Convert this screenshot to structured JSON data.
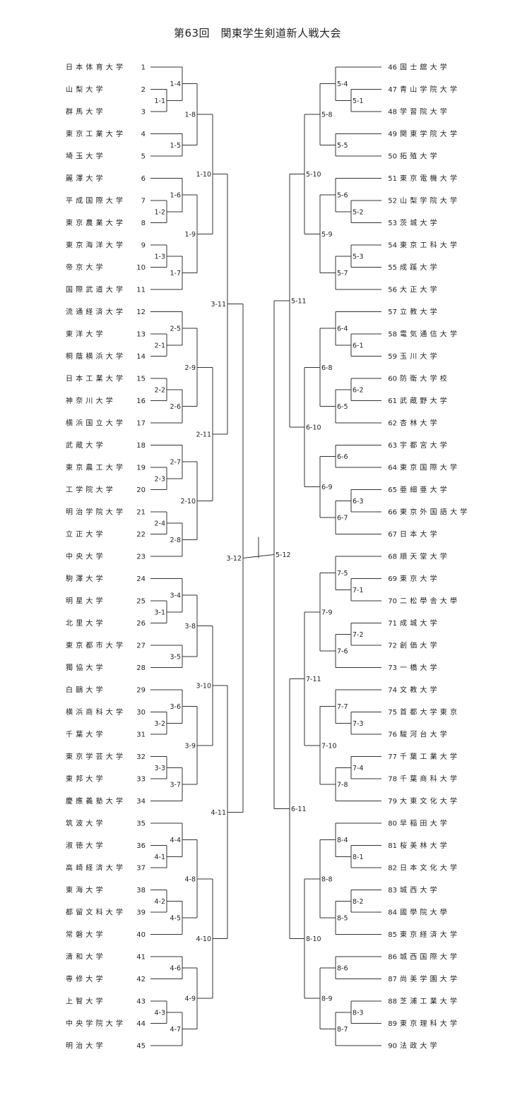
{
  "title": "第63回　関東学生剣道新人戦大会",
  "teams_left": [
    {
      "num": "1",
      "name": "日本体育大学"
    },
    {
      "num": "2",
      "name": "山梨大学"
    },
    {
      "num": "3",
      "name": "群馬大学"
    },
    {
      "num": "4",
      "name": "東京工業大学"
    },
    {
      "num": "5",
      "name": "埼玉大学"
    },
    {
      "num": "6",
      "name": "麗澤大学"
    },
    {
      "num": "7",
      "name": "平成国際大学"
    },
    {
      "num": "8",
      "name": "東京農業大学"
    },
    {
      "num": "9",
      "name": "東京海洋大学"
    },
    {
      "num": "10",
      "name": "帝京大学"
    },
    {
      "num": "11",
      "name": "国際武道大学"
    },
    {
      "num": "12",
      "name": "流通経済大学"
    },
    {
      "num": "13",
      "name": "東洋大学"
    },
    {
      "num": "14",
      "name": "桐蔭横浜大学"
    },
    {
      "num": "15",
      "name": "日本工業大学"
    },
    {
      "num": "16",
      "name": "神奈川大学"
    },
    {
      "num": "17",
      "name": "横浜国立大学"
    },
    {
      "num": "18",
      "name": "武蔵大学"
    },
    {
      "num": "19",
      "name": "東京農工大学"
    },
    {
      "num": "20",
      "name": "工学院大学"
    },
    {
      "num": "21",
      "name": "明治学院大学"
    },
    {
      "num": "22",
      "name": "立正大学"
    },
    {
      "num": "23",
      "name": "中央大学"
    },
    {
      "num": "24",
      "name": "駒澤大学"
    },
    {
      "num": "25",
      "name": "明星大学"
    },
    {
      "num": "26",
      "name": "北里大学"
    },
    {
      "num": "27",
      "name": "東京都市大学"
    },
    {
      "num": "28",
      "name": "獨協大学"
    },
    {
      "num": "29",
      "name": "白鷗大学"
    },
    {
      "num": "30",
      "name": "横浜商科大学"
    },
    {
      "num": "31",
      "name": "千葉大学"
    },
    {
      "num": "32",
      "name": "東京学芸大学"
    },
    {
      "num": "33",
      "name": "東邦大学"
    },
    {
      "num": "34",
      "name": "慶應義塾大学"
    },
    {
      "num": "35",
      "name": "筑波大学"
    },
    {
      "num": "36",
      "name": "淑徳大学"
    },
    {
      "num": "37",
      "name": "高崎経済大学"
    },
    {
      "num": "38",
      "name": "東海大学"
    },
    {
      "num": "39",
      "name": "都留文科大学"
    },
    {
      "num": "40",
      "name": "常磐大学"
    },
    {
      "num": "41",
      "name": "清和大学"
    },
    {
      "num": "42",
      "name": "専修大学"
    },
    {
      "num": "43",
      "name": "上智大学"
    },
    {
      "num": "44",
      "name": "中央学院大学"
    },
    {
      "num": "45",
      "name": "明治大学"
    }
  ],
  "teams_right": [
    {
      "num": "46",
      "name": "国士舘大学"
    },
    {
      "num": "47",
      "name": "青山学院大学"
    },
    {
      "num": "48",
      "name": "学習院大学"
    },
    {
      "num": "49",
      "name": "関東学院大学"
    },
    {
      "num": "50",
      "name": "拓殖大学"
    },
    {
      "num": "51",
      "name": "東京電機大学"
    },
    {
      "num": "52",
      "name": "山梨学院大学"
    },
    {
      "num": "53",
      "name": "茨城大学"
    },
    {
      "num": "54",
      "name": "東京工科大学"
    },
    {
      "num": "55",
      "name": "成蹊大学"
    },
    {
      "num": "56",
      "name": "大正大学"
    },
    {
      "num": "57",
      "name": "立教大学"
    },
    {
      "num": "58",
      "name": "電気通信大学"
    },
    {
      "num": "59",
      "name": "玉川大学"
    },
    {
      "num": "60",
      "name": "防衛大学校"
    },
    {
      "num": "61",
      "name": "武蔵野大学"
    },
    {
      "num": "62",
      "name": "杏林大学"
    },
    {
      "num": "63",
      "name": "宇都宮大学"
    },
    {
      "num": "64",
      "name": "東京国際大学"
    },
    {
      "num": "65",
      "name": "亜細亜大学"
    },
    {
      "num": "66",
      "name": "東京外国語大学"
    },
    {
      "num": "67",
      "name": "日本大学"
    },
    {
      "num": "68",
      "name": "順天堂大学"
    },
    {
      "num": "69",
      "name": "東京大学"
    },
    {
      "num": "70",
      "name": "二松學舎大學"
    },
    {
      "num": "71",
      "name": "成城大学"
    },
    {
      "num": "72",
      "name": "創価大学"
    },
    {
      "num": "73",
      "name": "一橋大学"
    },
    {
      "num": "74",
      "name": "文教大学"
    },
    {
      "num": "75",
      "name": "首都大学東京"
    },
    {
      "num": "76",
      "name": "駿河台大学"
    },
    {
      "num": "77",
      "name": "千葉工業大学"
    },
    {
      "num": "78",
      "name": "千葉商科大学"
    },
    {
      "num": "79",
      "name": "大東文化大学"
    },
    {
      "num": "80",
      "name": "早稲田大学"
    },
    {
      "num": "81",
      "name": "桜美林大学"
    },
    {
      "num": "82",
      "name": "日本文化大学"
    },
    {
      "num": "83",
      "name": "城西大学"
    },
    {
      "num": "84",
      "name": "國學院大學"
    },
    {
      "num": "85",
      "name": "東京経済大学"
    },
    {
      "num": "86",
      "name": "城西国際大学"
    },
    {
      "num": "87",
      "name": "尚美学園大学"
    },
    {
      "num": "88",
      "name": "芝浦工業大学"
    },
    {
      "num": "89",
      "name": "東京理科大学"
    },
    {
      "num": "90",
      "name": "法政大学"
    }
  ],
  "matches_left": [
    {
      "label": "1-1",
      "a": 2,
      "b": 3,
      "col": 0
    },
    {
      "label": "1-4",
      "a": 1,
      "b": "1-1",
      "col": 1
    },
    {
      "label": "1-5",
      "a": 4,
      "b": 5,
      "col": 1
    },
    {
      "label": "1-8",
      "a": "1-4",
      "b": "1-5",
      "col": 2
    },
    {
      "label": "1-2",
      "a": 7,
      "b": 8,
      "col": 0
    },
    {
      "label": "1-6",
      "a": 6,
      "b": "1-2",
      "col": 1
    },
    {
      "label": "1-3",
      "a": 9,
      "b": 10,
      "col": 0
    },
    {
      "label": "1-7",
      "a": "1-3",
      "b": 11,
      "col": 1
    },
    {
      "label": "1-9",
      "a": "1-6",
      "b": "1-7",
      "col": 2
    },
    {
      "label": "1-10",
      "a": "1-8",
      "b": "1-9",
      "col": 3
    },
    {
      "label": "2-1",
      "a": 13,
      "b": 14,
      "col": 0
    },
    {
      "label": "2-5",
      "a": 12,
      "b": "2-1",
      "col": 1
    },
    {
      "label": "2-2",
      "a": 15,
      "b": 16,
      "col": 0
    },
    {
      "label": "2-6",
      "a": "2-2",
      "b": 17,
      "col": 1
    },
    {
      "label": "2-9",
      "a": "2-5",
      "b": "2-6",
      "col": 2
    },
    {
      "label": "2-3",
      "a": 19,
      "b": 20,
      "col": 0
    },
    {
      "label": "2-7",
      "a": 18,
      "b": "2-3",
      "col": 1
    },
    {
      "label": "2-4",
      "a": 21,
      "b": 22,
      "col": 0
    },
    {
      "label": "2-8",
      "a": "2-4",
      "b": 23,
      "col": 1
    },
    {
      "label": "2-10",
      "a": "2-7",
      "b": "2-8",
      "col": 2
    },
    {
      "label": "2-11",
      "a": "2-9",
      "b": "2-10",
      "col": 3
    },
    {
      "label": "3-11",
      "a": "1-10",
      "b": "2-11",
      "col": 4
    },
    {
      "label": "3-1",
      "a": 25,
      "b": 26,
      "col": 0
    },
    {
      "label": "3-4",
      "a": 24,
      "b": "3-1",
      "col": 1
    },
    {
      "label": "3-5",
      "a": 27,
      "b": 28,
      "col": 1
    },
    {
      "label": "3-8",
      "a": "3-4",
      "b": "3-5",
      "col": 2
    },
    {
      "label": "3-2",
      "a": 30,
      "b": 31,
      "col": 0
    },
    {
      "label": "3-6",
      "a": 29,
      "b": "3-2",
      "col": 1
    },
    {
      "label": "3-3",
      "a": 32,
      "b": 33,
      "col": 0
    },
    {
      "label": "3-7",
      "a": "3-3",
      "b": 34,
      "col": 1
    },
    {
      "label": "3-9",
      "a": "3-6",
      "b": "3-7",
      "col": 2
    },
    {
      "label": "3-10",
      "a": "3-8",
      "b": "3-9",
      "col": 3
    },
    {
      "label": "4-1",
      "a": 36,
      "b": 37,
      "col": 0
    },
    {
      "label": "4-4",
      "a": 35,
      "b": "4-1",
      "col": 1
    },
    {
      "label": "4-2",
      "a": 38,
      "b": 39,
      "col": 0
    },
    {
      "label": "4-5",
      "a": "4-2",
      "b": 40,
      "col": 1
    },
    {
      "label": "4-8",
      "a": "4-4",
      "b": "4-5",
      "col": 2
    },
    {
      "label": "4-6",
      "a": 41,
      "b": 42,
      "col": 1
    },
    {
      "label": "4-3",
      "a": 43,
      "b": 44,
      "col": 0
    },
    {
      "label": "4-7",
      "a": "4-3",
      "b": 45,
      "col": 1
    },
    {
      "label": "4-9",
      "a": "4-6",
      "b": "4-7",
      "col": 2
    },
    {
      "label": "4-10",
      "a": "4-8",
      "b": "4-9",
      "col": 3
    },
    {
      "label": "4-11",
      "a": "3-10",
      "b": "4-10",
      "col": 4
    },
    {
      "label": "3-12",
      "a": "3-11",
      "b": "4-11",
      "col": 5
    }
  ],
  "matches_right": [
    {
      "label": "5-1",
      "a": 47,
      "b": 48,
      "col": 0
    },
    {
      "label": "5-4",
      "a": 46,
      "b": "5-1",
      "col": 1
    },
    {
      "label": "5-5",
      "a": 49,
      "b": 50,
      "col": 1
    },
    {
      "label": "5-8",
      "a": "5-4",
      "b": "5-5",
      "col": 2
    },
    {
      "label": "5-2",
      "a": 52,
      "b": 53,
      "col": 0
    },
    {
      "label": "5-6",
      "a": 51,
      "b": "5-2",
      "col": 1
    },
    {
      "label": "5-3",
      "a": 54,
      "b": 55,
      "col": 0
    },
    {
      "label": "5-7",
      "a": "5-3",
      "b": 56,
      "col": 1
    },
    {
      "label": "5-9",
      "a": "5-6",
      "b": "5-7",
      "col": 2
    },
    {
      "label": "5-10",
      "a": "5-8",
      "b": "5-9",
      "col": 3
    },
    {
      "label": "6-1",
      "a": 58,
      "b": 59,
      "col": 0
    },
    {
      "label": "6-4",
      "a": 57,
      "b": "6-1",
      "col": 1
    },
    {
      "label": "6-2",
      "a": 60,
      "b": 61,
      "col": 0
    },
    {
      "label": "6-5",
      "a": "6-2",
      "b": 62,
      "col": 1
    },
    {
      "label": "6-8",
      "a": "6-4",
      "b": "6-5",
      "col": 2
    },
    {
      "label": "6-6",
      "a": 63,
      "b": 64,
      "col": 1
    },
    {
      "label": "6-3",
      "a": 65,
      "b": 66,
      "col": 0
    },
    {
      "label": "6-7",
      "a": "6-3",
      "b": 67,
      "col": 1
    },
    {
      "label": "6-9",
      "a": "6-6",
      "b": "6-7",
      "col": 2
    },
    {
      "label": "6-10",
      "a": "6-8",
      "b": "6-9",
      "col": 3
    },
    {
      "label": "5-11",
      "a": "5-10",
      "b": "6-10",
      "col": 4
    },
    {
      "label": "7-1",
      "a": 69,
      "b": 70,
      "col": 0
    },
    {
      "label": "7-5",
      "a": 68,
      "b": "7-1",
      "col": 1
    },
    {
      "label": "7-2",
      "a": 71,
      "b": 72,
      "col": 0
    },
    {
      "label": "7-6",
      "a": "7-2",
      "b": 73,
      "col": 1
    },
    {
      "label": "7-9",
      "a": "7-5",
      "b": "7-6",
      "col": 2
    },
    {
      "label": "7-3",
      "a": 75,
      "b": 76,
      "col": 0
    },
    {
      "label": "7-7",
      "a": 74,
      "b": "7-3",
      "col": 1
    },
    {
      "label": "7-4",
      "a": 77,
      "b": 78,
      "col": 0
    },
    {
      "label": "7-8",
      "a": "7-4",
      "b": 79,
      "col": 1
    },
    {
      "label": "7-10",
      "a": "7-7",
      "b": "7-8",
      "col": 2
    },
    {
      "label": "7-11",
      "a": "7-9",
      "b": "7-10",
      "col": 3
    },
    {
      "label": "8-1",
      "a": 81,
      "b": 82,
      "col": 0
    },
    {
      "label": "8-4",
      "a": 80,
      "b": "8-1",
      "col": 1
    },
    {
      "label": "8-2",
      "a": 83,
      "b": 84,
      "col": 0
    },
    {
      "label": "8-5",
      "a": "8-2",
      "b": 85,
      "col": 1
    },
    {
      "label": "8-8",
      "a": "8-4",
      "b": "8-5",
      "col": 2
    },
    {
      "label": "8-6",
      "a": 86,
      "b": 87,
      "col": 1
    },
    {
      "label": "8-3",
      "a": 88,
      "b": 89,
      "col": 0
    },
    {
      "label": "8-7",
      "a": "8-3",
      "b": 90,
      "col": 1
    },
    {
      "label": "8-9",
      "a": "8-6",
      "b": "8-7",
      "col": 2
    },
    {
      "label": "8-10",
      "a": "8-8",
      "b": "8-9",
      "col": 3
    },
    {
      "label": "6-11",
      "a": "7-11",
      "b": "8-10",
      "col": 4
    },
    {
      "label": "5-12",
      "a": "5-11",
      "b": "6-11",
      "col": 5
    }
  ]
}
